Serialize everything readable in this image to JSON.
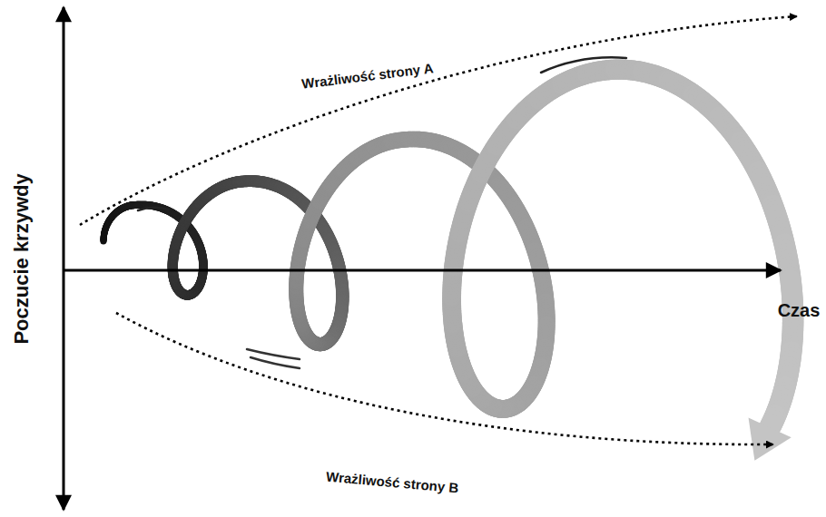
{
  "diagram": {
    "labels": [
      "Poczucie krzywdy",
      "Czas",
      "Wrażliwość strony A",
      "Wrażliwość strony B"
    ]
  }
}
